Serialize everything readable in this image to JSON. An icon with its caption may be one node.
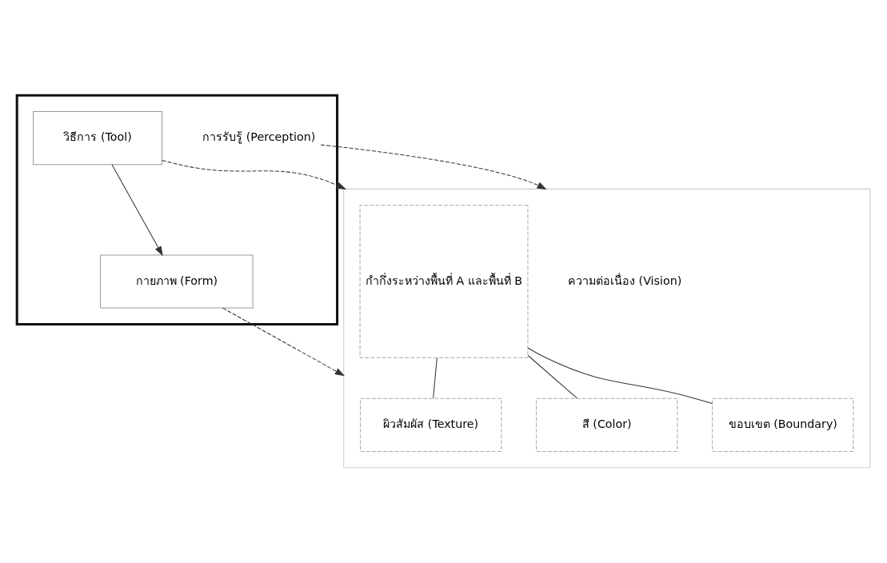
{
  "diagram": {
    "nodes": [
      {
        "text": [],
        "shape": "box"
      },
      {
        "text": [
          "วิธีการ (Tool)"
        ],
        "in": 0
      },
      {
        "text": [
          "กายภาพ (Form)"
        ],
        "in": 0
      },
      {
        "text": [
          "การรับรู้ (Perception)"
        ],
        "in": 0
      },
      {
        "text": [],
        "shape": "box"
      },
      {
        "text": [
          "กำกึ่งระหว่างพื้นที่ A และพื้นที่ B"
        ],
        "in": 4
      },
      {
        "text": [
          "ขอบเขต (Boundary)"
        ],
        "in": 4
      },
      {
        "text": [
          "ผิวสัมผัส (Texture)"
        ],
        "in": 4
      },
      {
        "text": [
          "สี (Color)"
        ],
        "in": 4
      },
      {
        "text": [
          "ความต่อเนื่อง (Vision)"
        ],
        "in": 4
      }
    ],
    "edges": [
      {
        "from": 1,
        "to": 2,
        "arrow": "to"
      },
      {
        "from": 1,
        "to": 4,
        "arrow": "to",
        "style": "dashed"
      },
      {
        "from": 2,
        "to": 4,
        "arrow": "to",
        "style": "dashed"
      },
      {
        "from": 3,
        "to": 4,
        "arrow": "to",
        "style": "dashed"
      },
      {
        "from": 5,
        "to": 6,
        "arrow": "none"
      },
      {
        "from": 5,
        "to": 7,
        "arrow": "none"
      },
      {
        "from": 5,
        "to": 8,
        "arrow": "none"
      }
    ]
  }
}
